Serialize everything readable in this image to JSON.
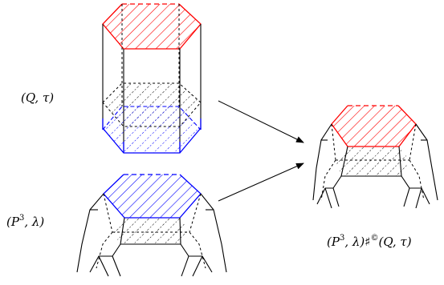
{
  "labels": {
    "q_tau": "(Q, τ)",
    "p3_lambda": {
      "base": "(P",
      "sup": "3",
      "tail": ", λ)"
    },
    "result": {
      "base": "(P",
      "sup": "3",
      "mid": ", λ)♯",
      "sup2": "©",
      "tail": "(Q, τ)"
    }
  },
  "colors": {
    "red": "#ff0000",
    "blue": "#0000ff",
    "black": "#000000"
  }
}
